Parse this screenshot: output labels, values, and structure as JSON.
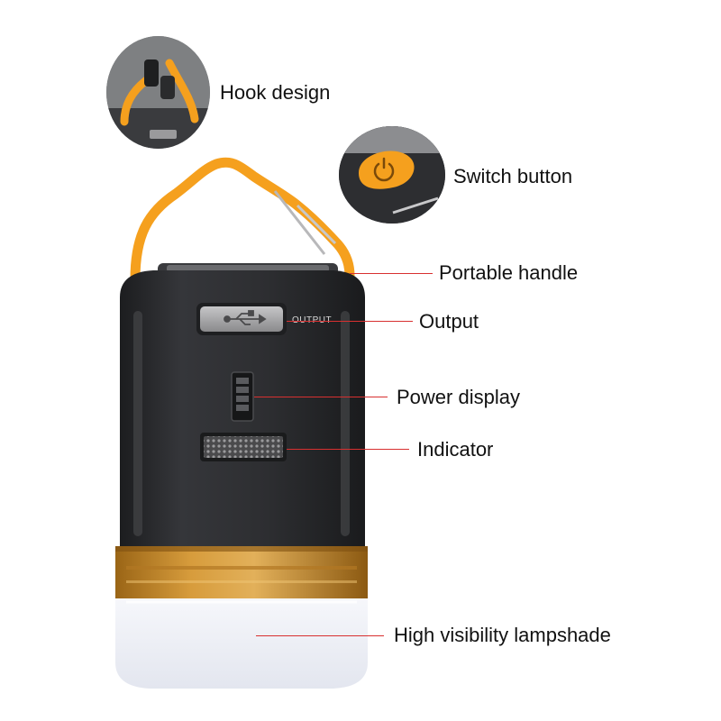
{
  "image": {
    "subject": "Portable camping lantern product feature diagram",
    "colors": {
      "body": "#2b2c2e",
      "handle": "#f5a01e",
      "gold_band": "#c98a2a",
      "lampshade": "#eef0f7",
      "callout_line": "#d83030",
      "usb_port": "#9a9a9c"
    }
  },
  "callouts": {
    "hook": "Hook design",
    "switch": "Switch button",
    "handle": "Portable handle",
    "output": "Output",
    "power": "Power display",
    "indicator": "Indicator",
    "lampshade": "High visibility lampshade"
  },
  "device_text": {
    "output_label": "OUTPUT"
  },
  "icons": [
    "usb-icon",
    "power-icon"
  ]
}
